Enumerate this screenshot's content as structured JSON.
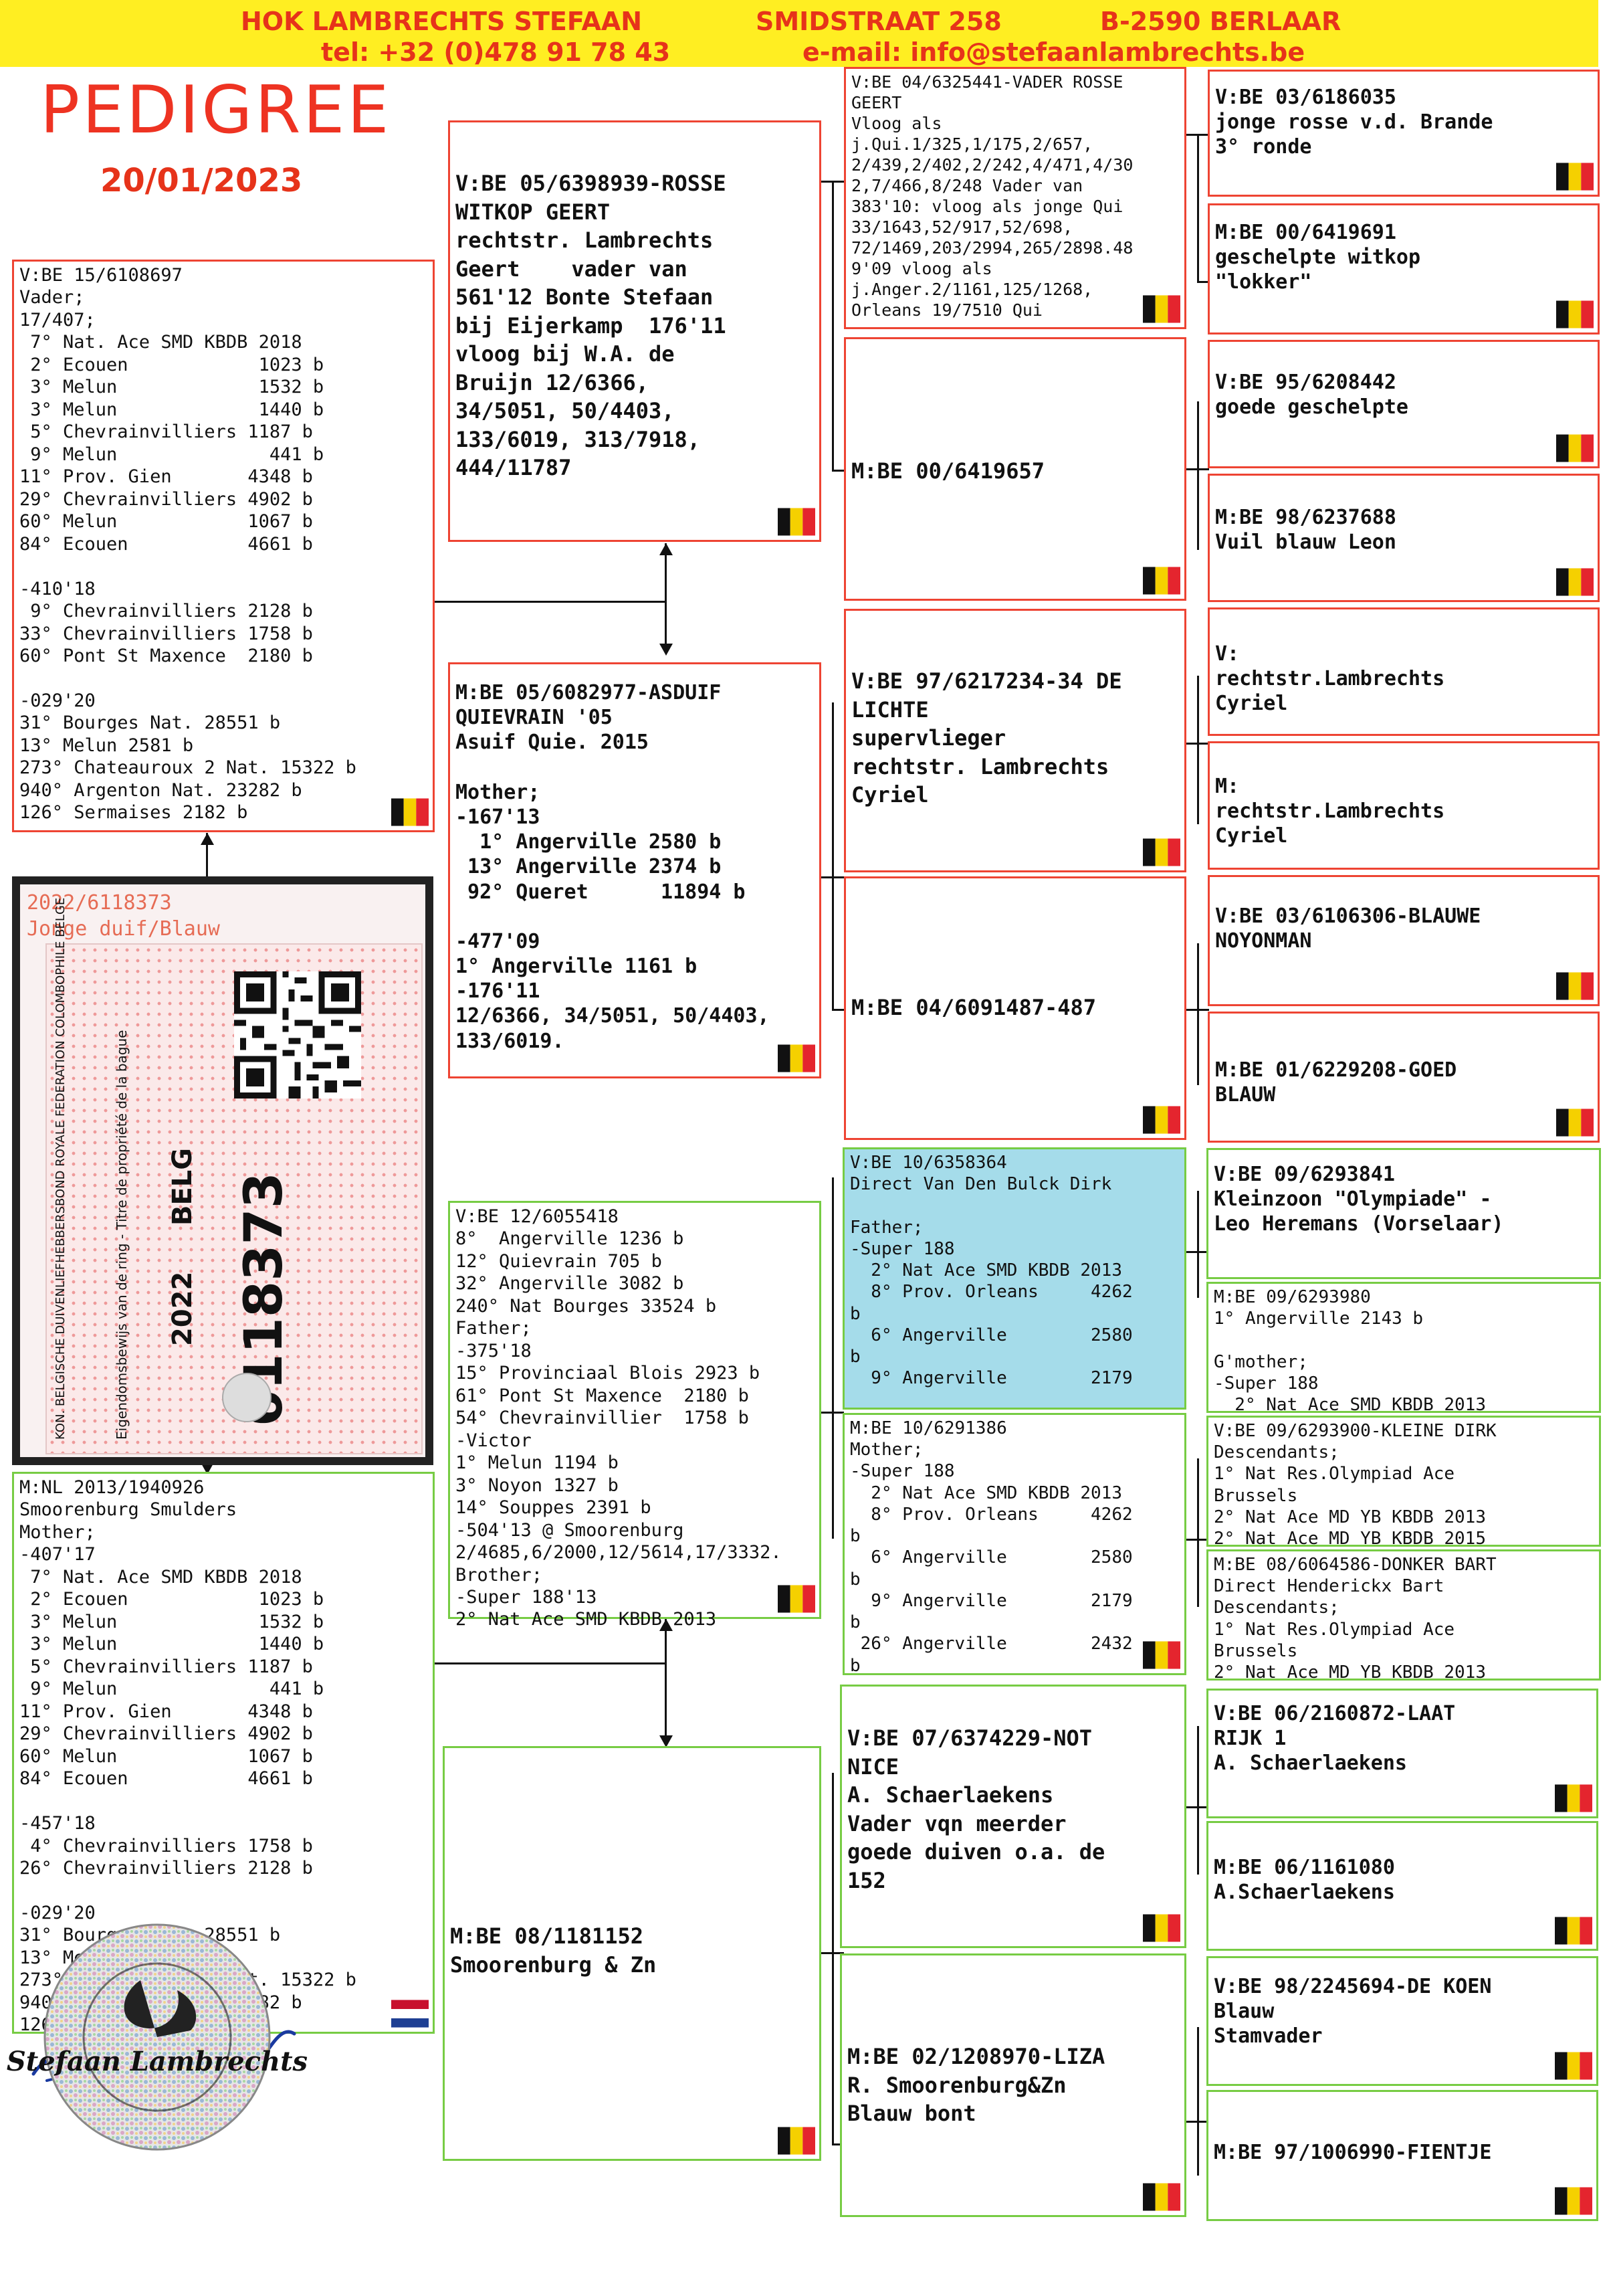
{
  "header": {
    "breeder_name": "HOK LAMBRECHTS STEFAAN",
    "street": "SMIDSTRAAT 258",
    "city": "B-2590 BERLAAR",
    "phone": "tel: +32 (0)478 91 78 43",
    "email": "e-mail: info@stefaanlambrechts.be"
  },
  "title": "PEDIGREE",
  "date": "20/01/2023",
  "ring_card": {
    "ring": "2022/6118373",
    "description": "Jonge duif/Blauw",
    "big_number": "6118373",
    "year": "2022",
    "country": "BELG",
    "certificate_text": "Eigendomsbewijs van de ring - Titre de propriété de la bague",
    "federation_text": "KON. BELGISCHE DUIVENLIEFHEBBERSBOND ROYALE FEDERATION COLOMBOPHILE BELGE"
  },
  "sire": "V:BE 15/6108697\nVader;\n17/407;\n 7° Nat. Ace SMD KBDB 2018\n 2° Ecouen            1023 b\n 3° Melun             1532 b\n 3° Melun             1440 b\n 5° Chevrainvilliers 1187 b\n 9° Melun              441 b\n11° Prov. Gien       4348 b\n29° Chevrainvilliers 4902 b\n60° Melun            1067 b\n84° Ecouen           4661 b\n\n-410'18\n 9° Chevrainvilliers 2128 b\n33° Chevrainvilliers 1758 b\n60° Pont St Maxence  2180 b\n\n-029'20\n31° Bourges Nat. 28551 b\n13° Melun 2581 b\n273° Chateauroux 2 Nat. 15322 b\n940° Argenton Nat. 23282 b\n126° Sermaises 2182 b",
  "dam": "M:NL 2013/1940926\nSmoorenburg Smulders\nMother;\n-407'17\n 7° Nat. Ace SMD KBDB 2018\n 2° Ecouen            1023 b\n 3° Melun             1532 b\n 3° Melun             1440 b\n 5° Chevrainvilliers 1187 b\n 9° Melun              441 b\n11° Prov. Gien       4348 b\n29° Chevrainvilliers 4902 b\n60° Melun            1067 b\n84° Ecouen           4661 b\n\n-457'18\n 4° Chevrainvilliers 1758 b\n26° Chevrainvilliers 2128 b\n\n-029'20\n31° Bourges Nat. 28551 b\n13° Melun 2581 b\n273° Chateauroux 2 Nat. 15322 b\n940° Argenton Nat. 23282 b\n126° Sermaises 2182 b",
  "gen2": {
    "ss": "V:BE 05/6398939-ROSSE\nWITKOP GEERT\nrechtstr. Lambrechts\nGeert    vader van\n561'12 Bonte Stefaan\nbij Eijerkamp  176'11\nvloog bij W.A. de\nBruijn 12/6366,\n34/5051, 50/4403,\n133/6019, 313/7918,\n444/11787",
    "sd": "M:BE 05/6082977-ASDUIF\nQUIEVRAIN '05\nAsuif Quie. 2015\n\nMother;\n-167'13\n  1° Angerville 2580 b\n 13° Angerville 2374 b\n 92° Queret      11894 b\n\n-477'09\n1° Angerville 1161 b\n-176'11\n12/6366, 34/5051, 50/4403,\n133/6019.",
    "ds": "V:BE 12/6055418\n8°  Angerville 1236 b\n12° Quievrain 705 b\n32° Angerville 3082 b\n240° Nat Bourges 33524 b\nFather;\n-375'18\n15° Provinciaal Blois 2923 b\n61° Pont St Maxence  2180 b\n54° Chevrainvillier  1758 b\n-Victor\n1° Melun 1194 b\n3° Noyon 1327 b\n14° Souppes 2391 b\n-504'13 @ Smoorenburg\n2/4685,6/2000,12/5614,17/3332.\nBrother;\n-Super 188'13\n2° Nat Ace SMD KBDB 2013",
    "dd": "M:BE 08/1181152\nSmoorenburg & Zn"
  },
  "gen3": {
    "sss": "V:BE 04/6325441-VADER ROSSE\nGEERT\nVloog als\nj.Qui.1/325,1/175,2/657,\n2/439,2/402,2/242,4/471,4/30\n2,7/466,8/248 Vader van\n383'10: vloog als jonge Qui\n33/1643,52/917,52/698,\n72/1469,203/2994,265/2898.48\n9'09 vloog als\nj.Anger.2/1161,125/1268,\nOrleans 19/7510 Qui",
    "ssd": "M:BE 00/6419657",
    "sds": "V:BE 97/6217234-34 DE\nLICHTE\nsupervlieger\nrechtstr. Lambrechts\nCyriel",
    "sdd": "M:BE 04/6091487-487",
    "dss": "V:BE 10/6358364\nDirect Van Den Bulck Dirk\n\nFather;\n-Super 188\n  2° Nat Ace SMD KBDB 2013\n  8° Prov. Orleans     4262\nb\n  6° Angerville        2580\nb\n  9° Angerville        2179",
    "dsd": "M:BE 10/6291386\nMother;\n-Super 188\n  2° Nat Ace SMD KBDB 2013\n  8° Prov. Orleans     4262\nb\n  6° Angerville        2580\nb\n  9° Angerville        2179\nb\n 26° Angerville        2432\nb",
    "dds": "V:BE 07/6374229-NOT\nNICE\nA. Schaerlaekens\nVader vqn meerder\ngoede duiven o.a. de\n152",
    "ddd": "M:BE 02/1208970-LIZA\nR. Smoorenburg&Zn\nBlauw bont"
  },
  "gen4": [
    "V:BE 03/6186035\njonge rosse v.d. Brande\n3° ronde",
    "M:BE 00/6419691\ngeschelpte witkop\n\"lokker\"",
    "V:BE 95/6208442\ngoede geschelpte",
    "M:BE 98/6237688\nVuil blauw Leon",
    "V:\nrechtstr.Lambrechts\nCyriel",
    "M:\nrechtstr.Lambrechts\nCyriel",
    "V:BE 03/6106306-BLAUWE\nNOYONMAN",
    "M:BE 01/6229208-GOED\nBLAUW",
    "V:BE 09/6293841\nKleinzoon \"Olympiade\" -\nLeo Heremans (Vorselaar)",
    "M:BE 09/6293980\n1° Angerville 2143 b\n\nG'mother;\n-Super 188\n  2° Nat Ace SMD KBDB 2013",
    "V:BE 09/6293900-KLEINE DIRK\nDescendants;\n1° Nat Res.Olympiad Ace\nBrussels\n2° Nat Ace MD YB KBDB 2013\n2° Nat Ace MD YB KBDB 2015",
    "M:BE 08/6064586-DONKER BART\nDirect Henderickx Bart\nDescendants;\n1° Nat Res.Olympiad Ace\nBrussels\n2° Nat Ace MD YB KBDB 2013",
    "V:BE 06/2160872-LAAT\nRIJK 1\nA. Schaerlaekens",
    "M:BE 06/1161080\nA.Schaerlaekens",
    "V:BE 98/2245694-DE KOEN\nBlauw\nStamvader",
    "M:BE 97/1006990-FIENTJE"
  ],
  "seal": {
    "text": "Stefaan Lambrechts"
  },
  "colors": {
    "accent": "#e6331a",
    "header_bg": "#ffee22",
    "red_border": "#ee4433",
    "green_border": "#77cc44",
    "highlight": "#a5dcea"
  }
}
